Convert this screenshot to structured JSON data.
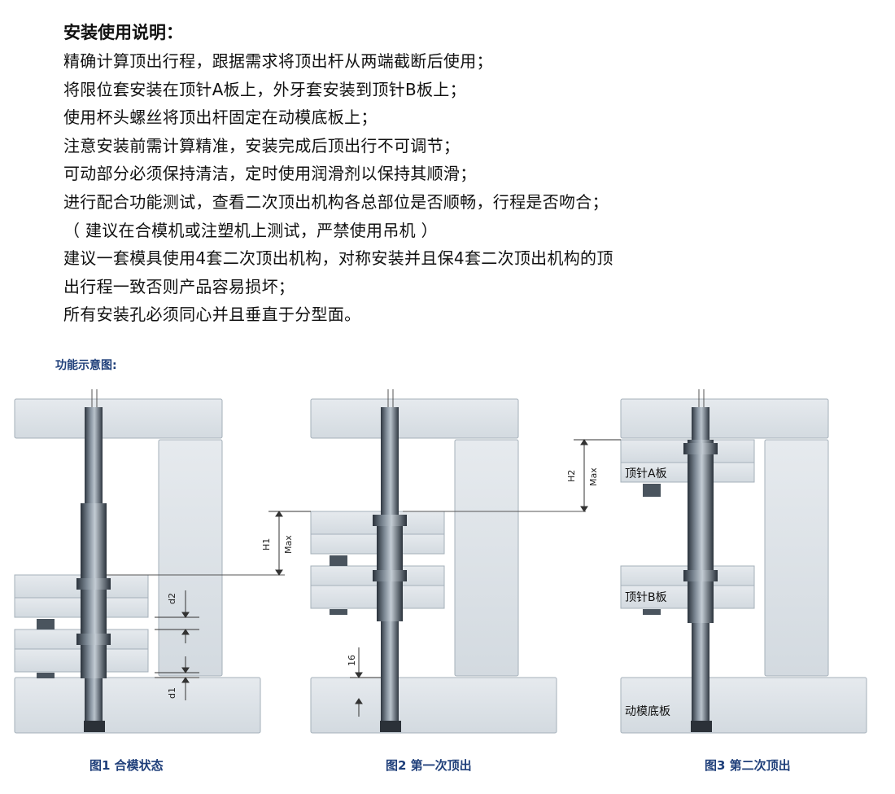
{
  "instructions": {
    "title": "安装使用说明：",
    "lines": [
      "精确计算顶出行程，跟据需求将顶出杆从两端截断后使用；",
      "将限位套安装在顶针A板上，外牙套安装到顶针B板上；",
      "使用杯头螺丝将顶出杆固定在动模底板上；",
      "注意安装前需计算精准，安装完成后顶出行不可调节；",
      "可动部分必须保持清洁，定时使用润滑剂以保持其顺滑；",
      "进行配合功能测试，查看二次顶出机构各总部位是否顺畅，行程是否吻合；",
      "（ 建议在合模机或注塑机上测试，严禁使用吊机 ）",
      "建议一套模具使用4套二次顶出机构，对称安装并且保4套二次顶出机构的顶",
      "出行程一致否则产品容易损坏；",
      "所有安装孔必须同心并且垂直于分型面。"
    ]
  },
  "section_title": "功能示意图:",
  "figures": {
    "fig1": {
      "caption": "图1 合模状态",
      "dims": {
        "d2": "d2",
        "d1": "d1"
      }
    },
    "fig2": {
      "caption": "图2 第一次顶出",
      "dims": {
        "h1": "H1",
        "h1_max": "Max",
        "stroke": "16"
      }
    },
    "fig3": {
      "caption": "图3 第二次顶出",
      "dims": {
        "h2": "H2",
        "h2_max": "Max"
      },
      "labels": {
        "plate_a": "顶针A板",
        "plate_b": "顶针B板",
        "bottom_plate": "动模底板"
      }
    }
  },
  "colors": {
    "plate_fill": "#dde3e8",
    "plate_stroke": "#9aa6b0",
    "rod_dark": "#3f4a55",
    "caption": "#1f3f7a"
  }
}
